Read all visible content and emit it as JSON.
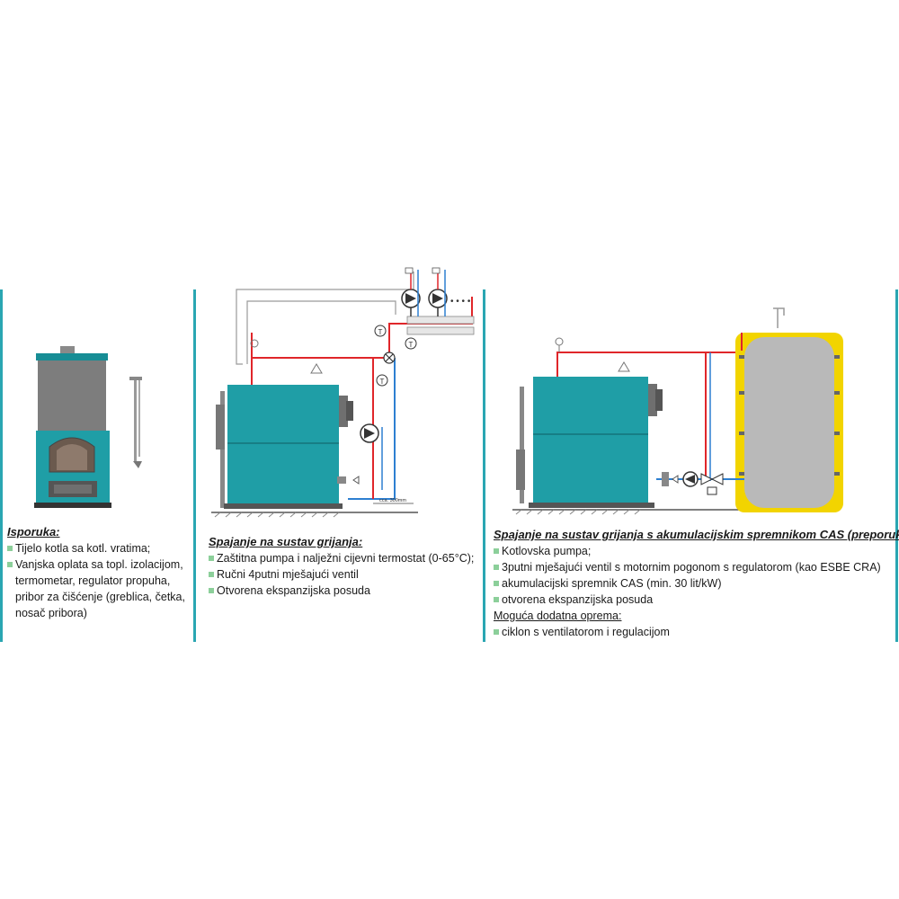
{
  "colors": {
    "boiler": "#1f9ea6",
    "boiler_dark": "#15747a",
    "divider": "#2aa6b2",
    "supply": "#e0262a",
    "return": "#2d7fd1",
    "insulation": "#f2d400",
    "tank": "#b9b9b9",
    "bullet": "#8ccf9a"
  },
  "icons": {
    "pump": "pump-icon",
    "thermostat": "thermostat-icon",
    "valve": "mixing-valve-icon",
    "expansion": "expansion-vessel-icon",
    "radiator": "radiator-icon"
  },
  "panel1": {
    "heading": "Isporuka:",
    "items": [
      "Tijelo kotla sa kotl. vratima;",
      "Vanjska oplata sa topl. izolacijom, termometar, regulator propuha, pribor za čišćenje (greblica, četka, nosač pribora)"
    ]
  },
  "panel2": {
    "heading": "Spajanje na sustav grijanja:",
    "items": [
      "Zaštitna pumpa i nalježni cijevni termostat (0-65°C);",
      "Ručni 4putni mješajući ventil",
      "Otvorena ekspanzijska posuda"
    ],
    "diagram_note": "cca. 300mm",
    "thermostat_label": "T",
    "more_marker": "• • • •"
  },
  "panel3": {
    "heading": "Spajanje na sustav grijanja s akumulacijskim spremnikom CAS (preporuka):",
    "items": [
      "Kotlovska pumpa;",
      "3putni mješajući ventil s motornim pogonom s regulatorom (kao ESBE CRA)",
      "akumulacijski spremnik CAS (min. 30 lit/kW)",
      "otvorena ekspanzijska posuda"
    ],
    "subheading": "Moguća dodatna oprema:",
    "extra_items": [
      "ciklon s ventilatorom i regulacijom"
    ]
  }
}
